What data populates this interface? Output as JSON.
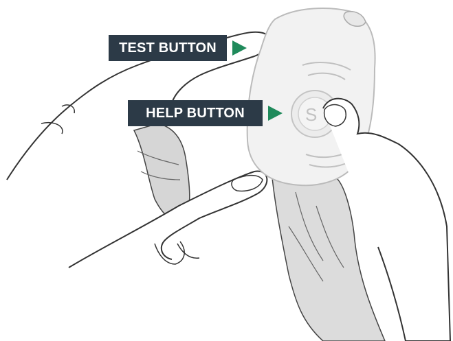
{
  "callouts": {
    "test_button": {
      "label": "TEST BUTTON"
    },
    "help_button": {
      "label": "HELP BUTTON"
    }
  },
  "device": {
    "button_letter": "S"
  },
  "colors": {
    "label_background": "#2c3a47",
    "label_text": "#ffffff",
    "arrow": "#1f8a5b",
    "outline": "#333333",
    "shade": "#d8d8d8",
    "device_fill": "#f2f2f2"
  },
  "icons": [
    "play-arrow-icon",
    "help-button-icon"
  ]
}
